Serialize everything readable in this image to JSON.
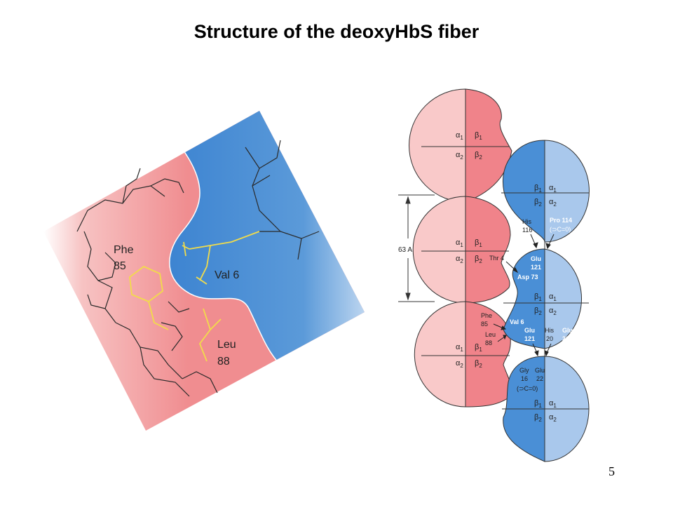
{
  "title": "Structure of the deoxyHbS fiber",
  "page_number": "5",
  "colors": {
    "pink_light": "#f9c9c9",
    "pink_dark": "#f0838a",
    "blue_dark": "#4a8fd6",
    "blue_light": "#a9c8ec",
    "yellow_residue": "#f2dc4a"
  },
  "closeup": {
    "phe_label": "Phe",
    "phe_num": "85",
    "val_label": "Val 6",
    "leu_label": "Leu",
    "leu_num": "88"
  },
  "fiber": {
    "distance_label": "63 A",
    "subunit_labels": {
      "alpha1": "α",
      "alpha_sub1": "1",
      "alpha_sub2": "2",
      "beta1": "β",
      "beta_sub1": "1",
      "beta_sub2": "2"
    },
    "annotations": {
      "his": "His",
      "his_num": "116",
      "pro": "Pro 114",
      "pro_co": "(⊃C=0)",
      "thr": "Thr 4",
      "glu121": "Glu",
      "glu121_num": "121",
      "asp": "Asp 73",
      "phe": "Phe",
      "phe_num": "85",
      "leu": "Leu",
      "leu_num": "88",
      "val6": "Val 6",
      "glu_b": "Glu",
      "glu_b_num": "121",
      "his20": "His",
      "his20_num": "20",
      "glu23": "Glu",
      "glu23_num": "23",
      "gly": "Gly",
      "gly_num": "16",
      "glu22": "Glu",
      "glu22_num": "22",
      "co2": "(⊃C=0)"
    }
  }
}
